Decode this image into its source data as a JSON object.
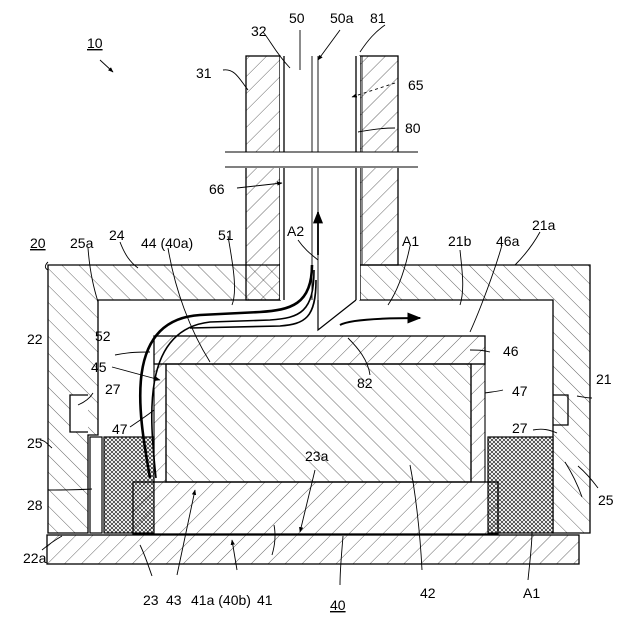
{
  "figure": {
    "labels": {
      "l10": "10",
      "l20": "20",
      "l21": "21",
      "l21a": "21a",
      "l21b": "21b",
      "l22": "22",
      "l22a": "22a",
      "l23": "23",
      "l23a": "23a",
      "l24": "24",
      "l25_left": "25",
      "l25_right": "25",
      "l25a": "25a",
      "l27_left": "27",
      "l27_right": "27",
      "l28": "28",
      "l31": "31",
      "l32": "32",
      "l40": "40",
      "l41": "41",
      "l41a": "41a (40b)",
      "l42": "42",
      "l43": "43",
      "l44": "44 (40a)",
      "l45": "45",
      "l46": "46",
      "l46a": "46a",
      "l47_left": "47",
      "l47_right": "47",
      "l50": "50",
      "l50a": "50a",
      "l51": "51",
      "l52": "52",
      "l65": "65",
      "l66": "66",
      "l80": "80",
      "l81": "81",
      "l82": "82",
      "lA1_top": "A1",
      "lA1_bottom": "A1",
      "lA2": "A2"
    }
  }
}
